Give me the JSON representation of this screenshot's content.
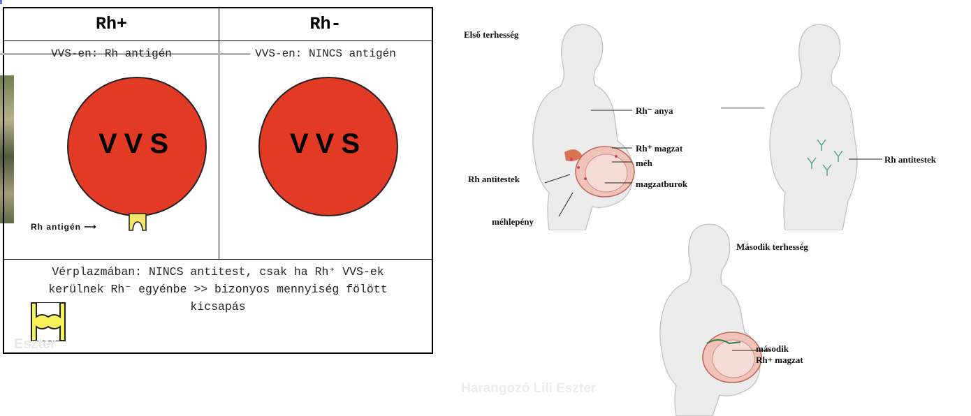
{
  "table": {
    "col_left_header": "Rh+",
    "col_right_header": "Rh-",
    "left_sub": "VVS-en: Rh antigén",
    "right_sub": "VVS-en: NINCS antigén",
    "left_cell_label": "VVS",
    "right_cell_label": "VVS",
    "antigen_label": "Rh antigén",
    "bottom_note_line1": "Vérplazmában: NINCS antitest, csak ha Rh⁺ VVS-ek",
    "bottom_note_line2": "kerülnek Rh⁻ egyénbe >> bizonyos mennyiség fölött",
    "bottom_note_line3": "kicsapás",
    "watermark_partial": "Eszter",
    "cell_color": "#e23a24",
    "antigen_color": "#f5e66b",
    "antibody_color": "#f7f25c"
  },
  "diagram": {
    "first_pregnancy_title": "Első terhesség",
    "second_pregnancy_title": "Második terhesség",
    "labels": {
      "rh_neg_mother": "Rh⁻ anya",
      "rh_pos_fetus": "Rh⁺ magzat",
      "uterus": "méh",
      "amnion": "magzatburok",
      "rh_antibodies_left": "Rh antitestek",
      "placenta": "méhlepény",
      "rh_antibodies_right": "Rh antitestek",
      "second_fetus_line1": "második",
      "second_fetus_line2": "Rh+ magzat"
    },
    "watermark": "Harangozó Lili Eszter"
  }
}
